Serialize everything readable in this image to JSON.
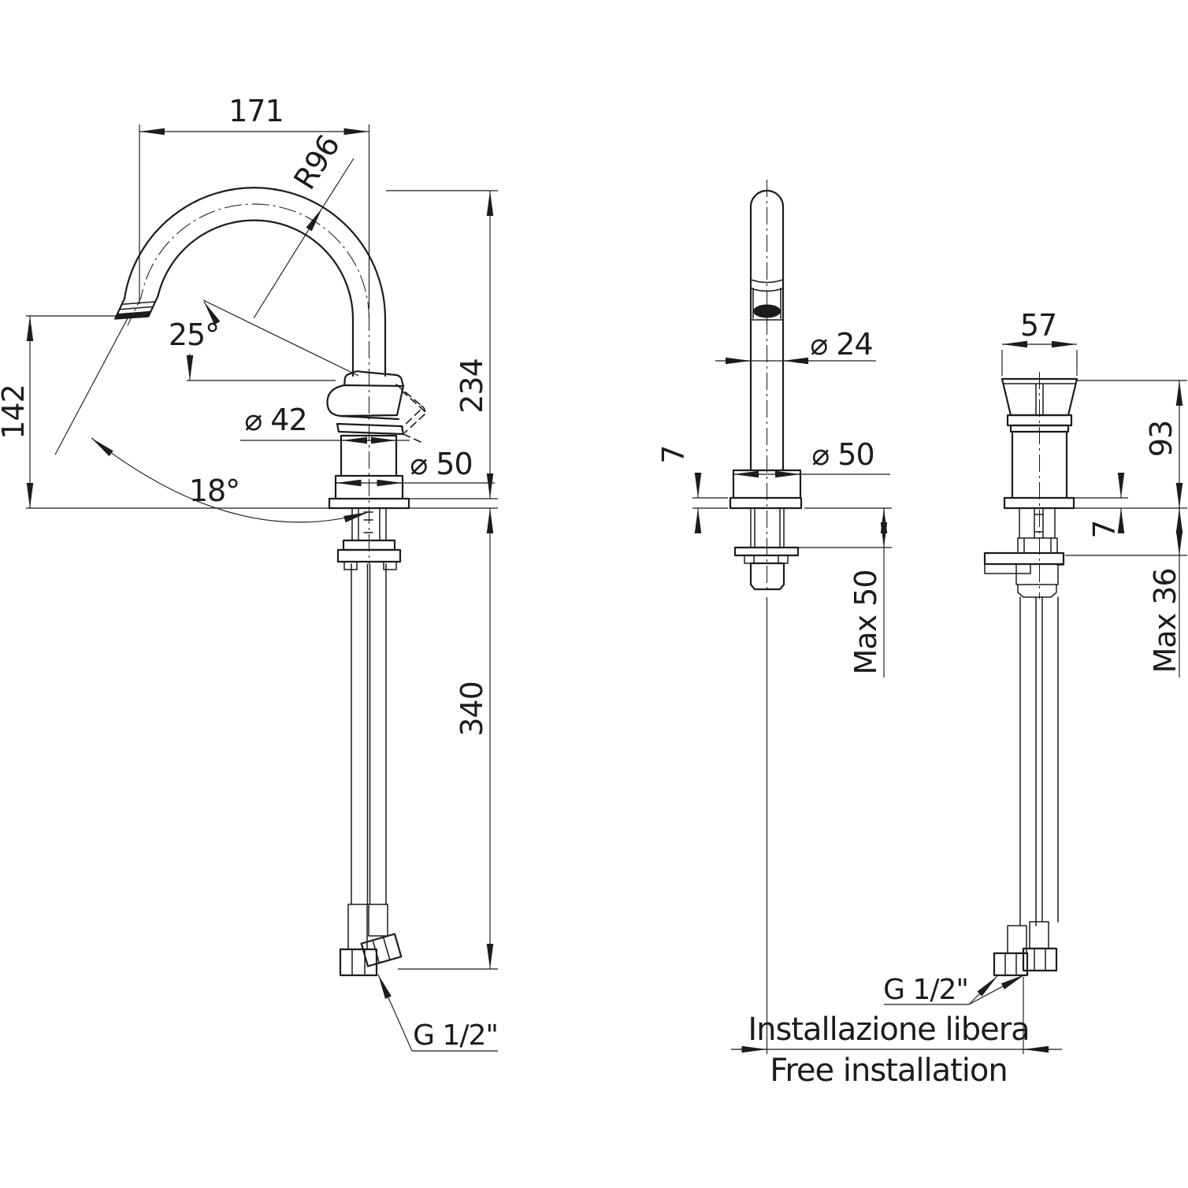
{
  "title": "Faucet technical drawing",
  "drawing": {
    "line_color": "#1c1c1c",
    "background": "#ffffff",
    "side_view": {
      "reach": "171",
      "spout_radius": "R96",
      "spout_angle": "25°",
      "outlet_height": "142",
      "swivel_angle": "18°",
      "body_diameter": "⌀ 42",
      "base_diameter": "⌀ 50",
      "total_height": "234",
      "hose_length": "340",
      "thread": "G 1/2\""
    },
    "front_view": {
      "spout_diameter": "⌀ 24",
      "base_diameter": "⌀ 50",
      "plate_thickness": "7",
      "max_counter": "Max 50"
    },
    "profile_view": {
      "handle_width": "57",
      "body_height": "93",
      "plate_thickness": "7",
      "max_counter": "Max 36",
      "thread": "G 1/2\""
    },
    "footer": {
      "note_it": "Installazione libera",
      "note_en": "Free installation"
    }
  }
}
